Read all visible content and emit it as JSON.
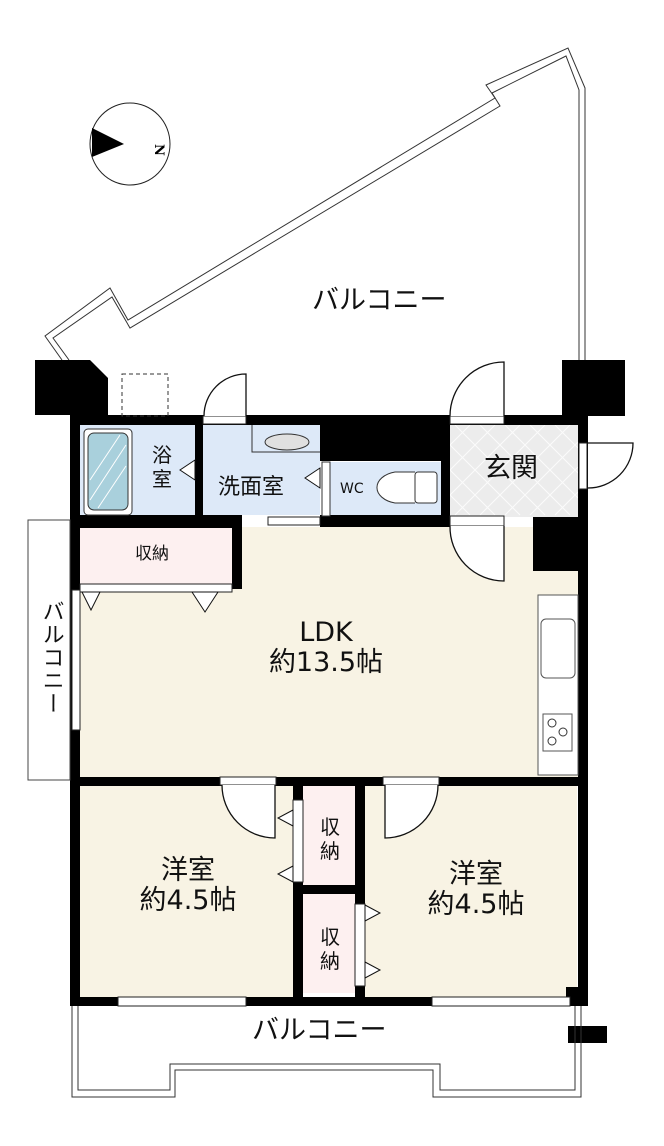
{
  "plan": {
    "layout": "2LDK",
    "compass": {
      "label": "N",
      "direction": "right"
    },
    "colors": {
      "wall": "#000000",
      "living": "#f8f3e4",
      "wet_area": "#dde9f8",
      "storage": "#fdf0f0",
      "entrance": "#ececec",
      "bathtub": "#a9d0dc",
      "balcony": "#ffffff"
    },
    "rooms": {
      "north_balcony": {
        "name": "バルコニー"
      },
      "bath": {
        "name": "浴室"
      },
      "washroom": {
        "name": "洗面室"
      },
      "wc": {
        "name": "WC"
      },
      "entrance": {
        "name": "玄関"
      },
      "storage_ldk": {
        "name": "収納"
      },
      "west_balcony": {
        "name": "バルコニー"
      },
      "ldk": {
        "name": "LDK",
        "size": "約13.5帖"
      },
      "western_room_1": {
        "name": "洋室",
        "size": "約4.5帖"
      },
      "storage_1": {
        "name": "収納"
      },
      "storage_2": {
        "name": "収納"
      },
      "western_room_2": {
        "name": "洋室",
        "size": "約4.5帖"
      },
      "south_balcony": {
        "name": "バルコニー"
      }
    }
  }
}
